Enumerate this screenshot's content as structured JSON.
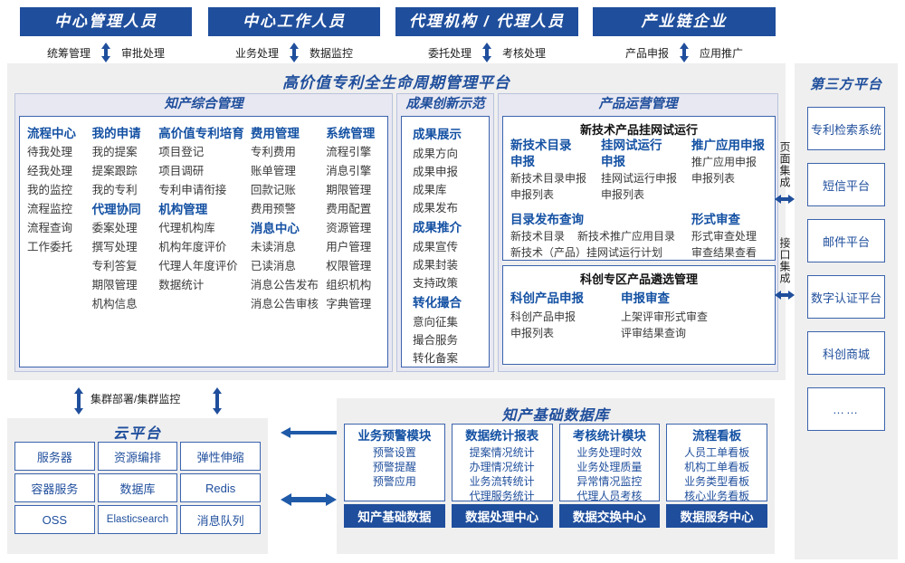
{
  "roles": [
    {
      "title": "中心管理人员",
      "left": "统筹管理",
      "right": "审批处理"
    },
    {
      "title": "中心工作人员",
      "left": "业务处理",
      "right": "数据监控"
    },
    {
      "title": "代理机构 / 代理人员",
      "left": "委托处理",
      "right": "考核处理"
    },
    {
      "title": "产业链企业",
      "left": "产品申报",
      "right": "应用推广"
    }
  ],
  "platform": {
    "title": "高价值专利全生命周期管理平台"
  },
  "kp": {
    "title": "知产综合管理",
    "columns": [
      {
        "blocks": [
          {
            "head": "流程中心",
            "items": [
              "待我处理",
              "经我处理",
              "我的监控",
              "流程监控",
              "流程查询",
              "工作委托"
            ]
          }
        ]
      },
      {
        "blocks": [
          {
            "head": "我的申请",
            "items": [
              "我的提案",
              "提案跟踪",
              "我的专利"
            ]
          },
          {
            "head": "代理协同",
            "items": [
              "委案处理",
              "撰写处理",
              "专利答复",
              "期限管理",
              "机构信息"
            ]
          }
        ]
      },
      {
        "blocks": [
          {
            "head": "高价值专利培育",
            "items": [
              "项目登记",
              "项目调研",
              "专利申请衔接"
            ]
          },
          {
            "head": "机构管理",
            "items": [
              "代理机构库",
              "机构年度评价",
              "代理人年度评价",
              "数据统计"
            ]
          }
        ]
      },
      {
        "blocks": [
          {
            "head": "费用管理",
            "items": [
              "专利费用",
              "账单管理",
              "回款记账",
              "费用预警"
            ]
          },
          {
            "head": "消息中心",
            "items": [
              "未读消息",
              "已读消息",
              "消息公告发布",
              "消息公告审核"
            ]
          }
        ]
      },
      {
        "blocks": [
          {
            "head": "系统管理",
            "items": [
              "流程引擎",
              "消息引擎",
              "期限管理",
              "费用配置",
              "资源管理",
              "用户管理",
              "权限管理",
              "组织机构",
              "字典管理"
            ]
          }
        ]
      }
    ]
  },
  "ach": {
    "title": "成果创新示范",
    "blocks": [
      {
        "head": "成果展示",
        "items": [
          "成果方向",
          "成果申报",
          "成果库",
          "成果发布"
        ]
      },
      {
        "head": "成果推介",
        "items": [
          "成果宣传",
          "成果封装",
          "支持政策"
        ]
      },
      {
        "head": "转化撮合",
        "items": [
          "意向征集",
          "撮合服务",
          "转化备案"
        ]
      }
    ]
  },
  "po": {
    "title": "产品运营管理",
    "box1": {
      "title": "新技术产品挂网试运行",
      "columns": [
        {
          "head": "新技术目录\n申报",
          "items": [
            "新技术目录申报",
            "申报列表"
          ]
        },
        {
          "head": "挂网试运行\n申报",
          "items": [
            "挂网试运行申报",
            "申报列表"
          ]
        },
        {
          "head": "推广应用申报",
          "items": [
            "推广应用申报",
            "申报列表"
          ]
        }
      ],
      "row2_left_head": "目录发布查询",
      "row2_right_head": "形式审查",
      "row2_left_items_line1": [
        "新技术目录",
        "新技术推广应用目录"
      ],
      "row2_left_items_line2": "新技术（产品）挂网试运行计划",
      "row2_right_items": [
        "形式审查处理",
        "审查结果查看"
      ]
    },
    "box2": {
      "title": "科创专区产品遴选管理",
      "columns": [
        {
          "head": "科创产品申报",
          "items": [
            "科创产品申报",
            "申报列表"
          ]
        },
        {
          "head": "申报审查",
          "items": [
            "上架评审形式审查",
            "评审结果查询"
          ]
        }
      ]
    }
  },
  "integration": {
    "page": "页面集成",
    "api": "接口集成"
  },
  "third": {
    "title": "第三方平台",
    "items": [
      "专利检索系统",
      "短信平台",
      "邮件平台",
      "数字认证平台",
      "科创商城",
      "……"
    ]
  },
  "cluster": {
    "label": "集群部署/集群监控"
  },
  "cloud": {
    "title": "云平台",
    "cells": [
      "服务器",
      "资源编排",
      "弹性伸缩",
      "容器服务",
      "数据库",
      "Redis",
      "OSS",
      "Elasticsearch",
      "消息队列"
    ]
  },
  "db": {
    "title": "知产基础数据库",
    "columns": [
      {
        "head": "业务预警模块",
        "items": [
          "预警设置",
          "预警提醒",
          "预警应用"
        ],
        "foot": "知产基础数据"
      },
      {
        "head": "数据统计报表",
        "items": [
          "提案情况统计",
          "办理情况统计",
          "业务流转统计",
          "代理服务统计"
        ],
        "foot": "数据处理中心"
      },
      {
        "head": "考核统计模块",
        "items": [
          "业务处理时效",
          "业务处理质量",
          "异常情况监控",
          "代理人员考核"
        ],
        "foot": "数据交换中心"
      },
      {
        "head": "流程看板",
        "items": [
          "人员工单看板",
          "机构工单看板",
          "业务类型看板",
          "核心业务看板"
        ],
        "foot": "数据服务中心"
      }
    ]
  },
  "colors": {
    "brand": "#1f4e9c",
    "accent": "#1451a3",
    "panel": "#efefef"
  }
}
